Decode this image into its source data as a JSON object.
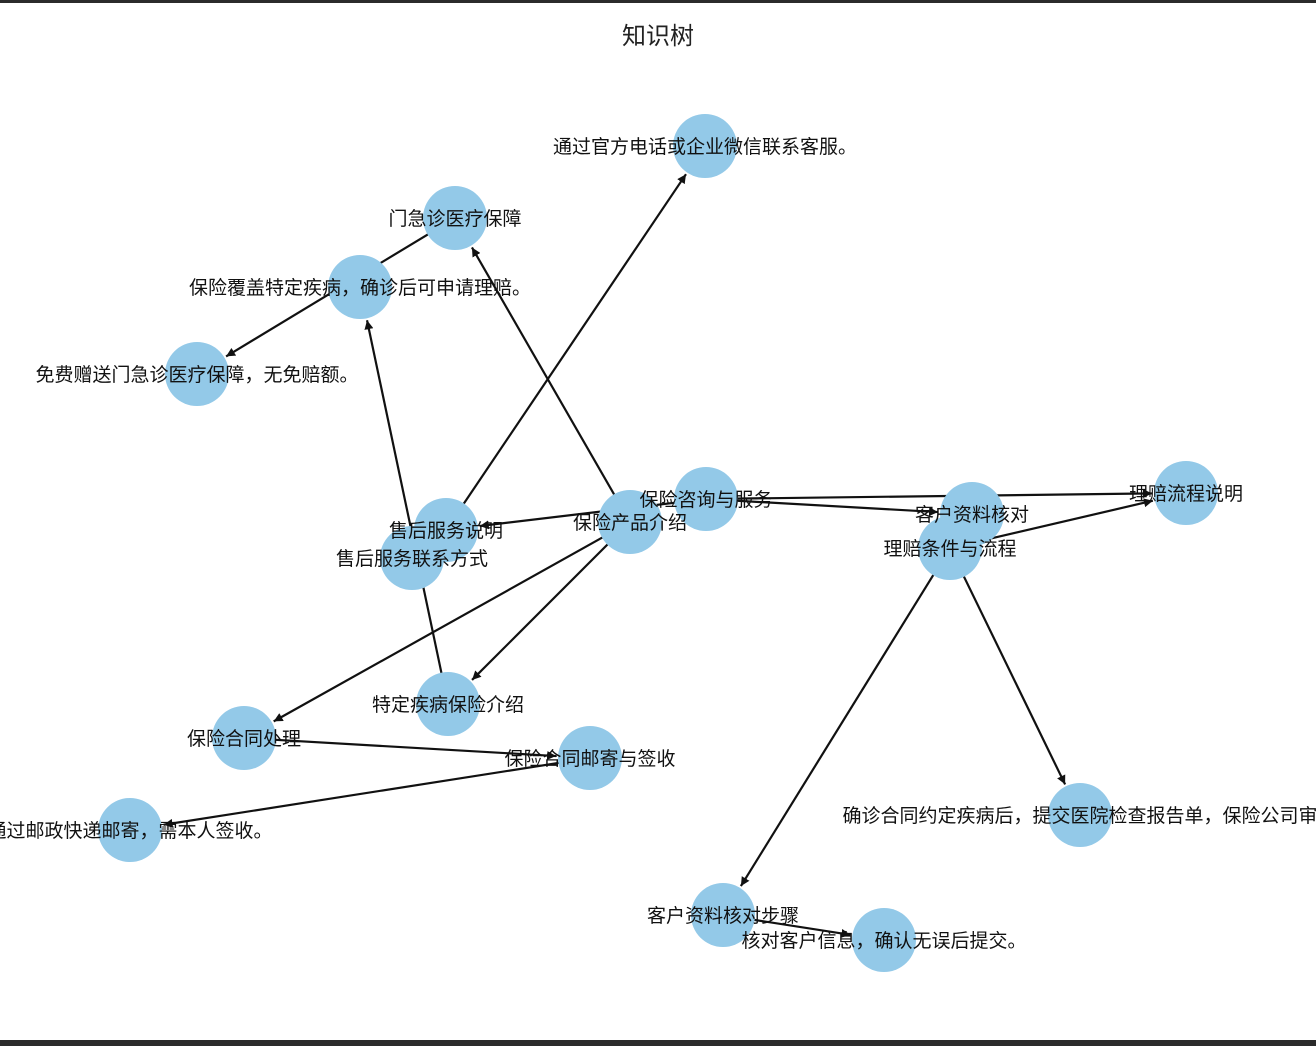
{
  "title": "知识树",
  "colors": {
    "node": "#93c9e8",
    "edge": "#111111"
  },
  "nodes": [
    {
      "id": "n1",
      "label": "通过官方电话或企业微信联系客服。"
    },
    {
      "id": "n2",
      "label": "门急诊医疗保障"
    },
    {
      "id": "n3",
      "label": "保险覆盖特定疾病，确诊后可申请理赔。"
    },
    {
      "id": "n4",
      "label": "免费赠送门急诊医疗保障，无免赔额。"
    },
    {
      "id": "n5",
      "label": "售后服务说明"
    },
    {
      "id": "n6",
      "label": "售后服务联系方式"
    },
    {
      "id": "n7",
      "label": "保险产品介绍"
    },
    {
      "id": "n8",
      "label": "保险咨询与服务"
    },
    {
      "id": "n9",
      "label": "客户资料核对"
    },
    {
      "id": "n10",
      "label": "理赔条件与流程"
    },
    {
      "id": "n11",
      "label": "理赔流程说明"
    },
    {
      "id": "n12",
      "label": "特定疾病保险介绍"
    },
    {
      "id": "n13",
      "label": "保险合同处理"
    },
    {
      "id": "n14",
      "label": "保险合同邮寄与签收"
    },
    {
      "id": "n15",
      "label": "通过邮政快递邮寄，需本人签收。"
    },
    {
      "id": "n16",
      "label": "确诊合同约定疾病后，提交医院检查报告单，保险公司审"
    },
    {
      "id": "n17",
      "label": "客户资料核对步骤"
    },
    {
      "id": "n18",
      "label": "核对客户信息，确认无误后提交。"
    }
  ],
  "edges": [
    {
      "from": "n8",
      "to": "n5"
    },
    {
      "from": "n8",
      "to": "n9"
    },
    {
      "from": "n8",
      "to": "n11"
    },
    {
      "from": "n7",
      "to": "n2"
    },
    {
      "from": "n7",
      "to": "n12"
    },
    {
      "from": "n7",
      "to": "n13"
    },
    {
      "from": "n5",
      "to": "n1"
    },
    {
      "from": "n2",
      "to": "n4"
    },
    {
      "from": "n12",
      "to": "n3"
    },
    {
      "from": "n10",
      "to": "n11"
    },
    {
      "from": "n10",
      "to": "n16"
    },
    {
      "from": "n10",
      "to": "n17"
    },
    {
      "from": "n13",
      "to": "n14"
    },
    {
      "from": "n14",
      "to": "n15"
    },
    {
      "from": "n17",
      "to": "n18"
    }
  ]
}
